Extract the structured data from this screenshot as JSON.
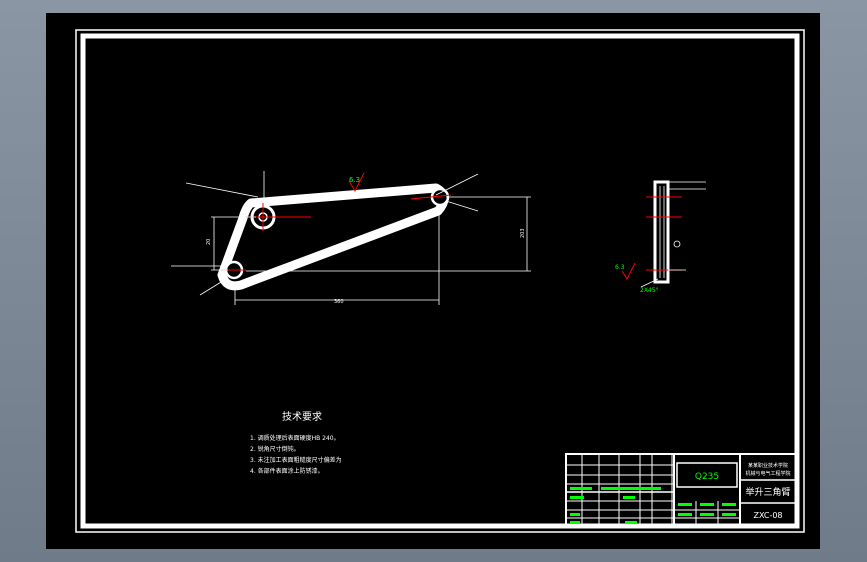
{
  "colors": {
    "background": "#000000",
    "outline": "#ffffff",
    "dimension": "#ffffff",
    "centerline": "#ff0000",
    "annotation": "#00ff00",
    "roughness": "#ff0000",
    "app_frame": "#7f8b97"
  },
  "drawing": {
    "front_view": {
      "dim_horizontal": "360",
      "dim_vertical": "203",
      "dim_left": "20"
    },
    "side_view": {
      "roughness_value": "6.3",
      "chamfer_note": "2X45°"
    },
    "main_roughness": "6.3"
  },
  "tech_requirements": {
    "title": "技术要求",
    "items": [
      "1. 调质处理后表面硬度HB     240。",
      "2. 锐角尺寸倒钝。",
      "3. 未注加工表面粗糙度尺寸偏差为",
      "4. 各部件表面涂上防锈漆。"
    ]
  },
  "title_block": {
    "material": "Q235",
    "school": "某某职业技术学院",
    "school_sub": "机械与电气工程学院",
    "part_name": "举升三角臂",
    "drawing_no": "ZXC-08"
  }
}
